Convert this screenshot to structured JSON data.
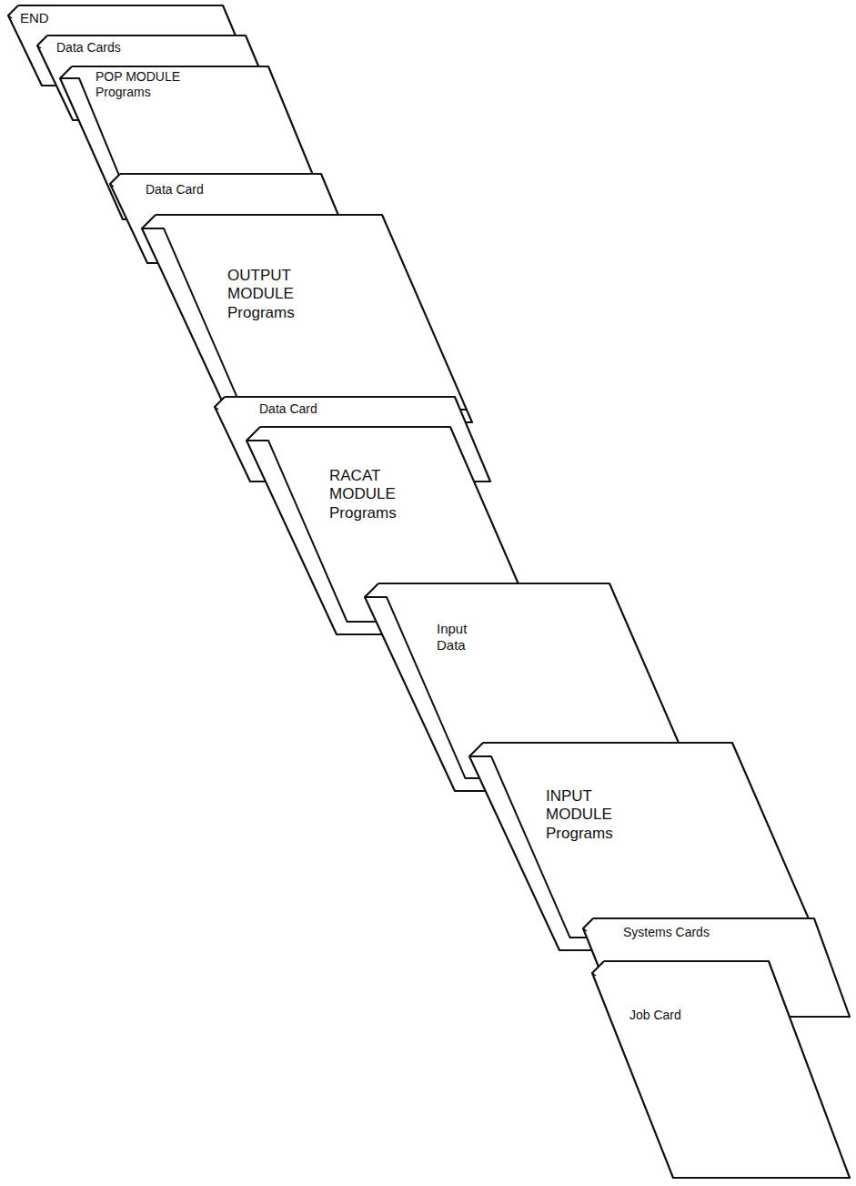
{
  "diagram": {
    "nodes": [
      {
        "text": [
          "END"
        ]
      },
      {
        "text": [
          "Data Cards"
        ]
      },
      {
        "text": [
          "POP MODULE Programs"
        ]
      },
      {
        "text": [
          "Data Card"
        ]
      },
      {
        "text": [
          "OUTPUT MODULE Programs"
        ]
      },
      {
        "text": [
          "Data Card"
        ]
      },
      {
        "text": [
          "RACAT MODULE Programs"
        ]
      },
      {
        "text": [
          "Input Data"
        ]
      },
      {
        "text": [
          "INPUT MODULE Programs"
        ]
      },
      {
        "text": [
          "Systems Cards"
        ]
      },
      {
        "text": [
          "Job Card"
        ]
      }
    ]
  }
}
